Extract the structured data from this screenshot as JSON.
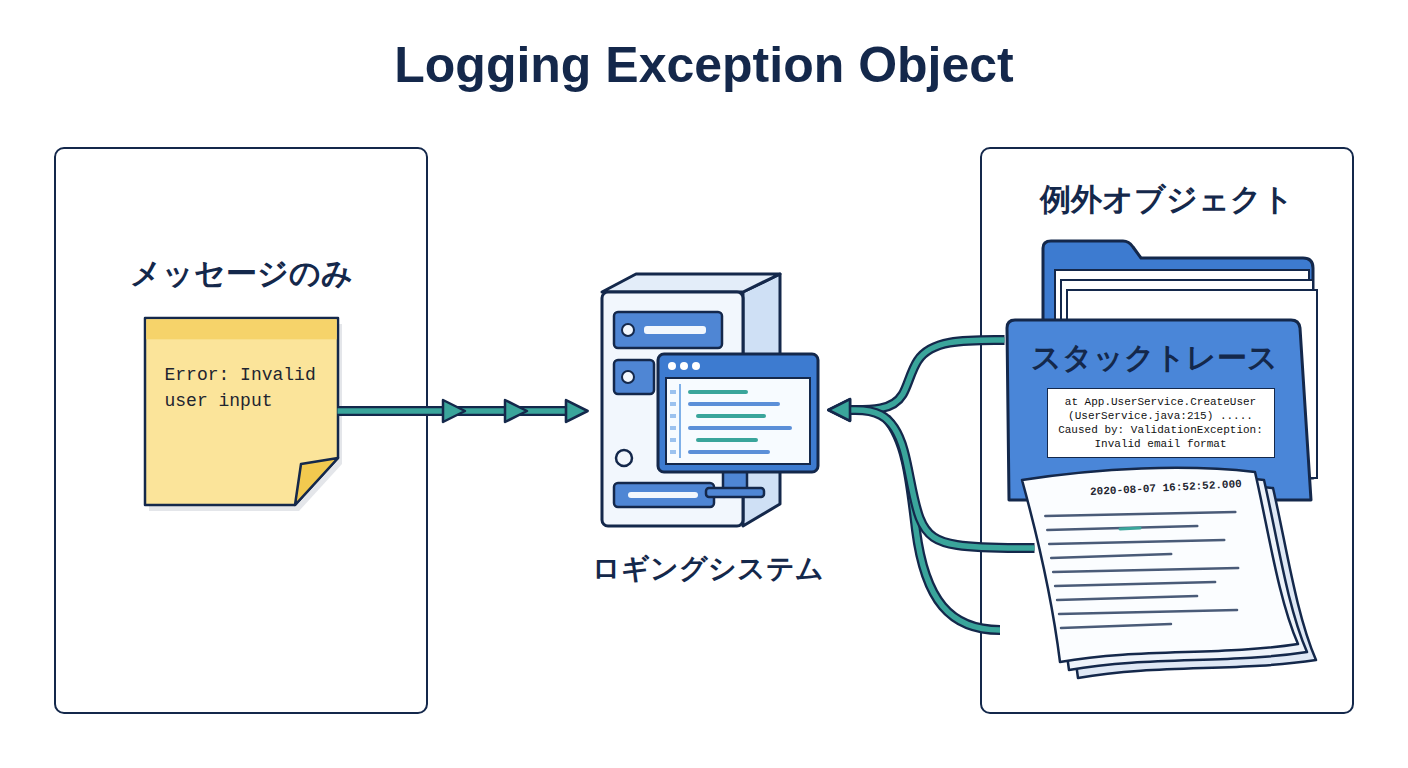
{
  "diagram": {
    "title": "Logging Exception Object",
    "nodes": [
      {
        "text": [
          "メッセージのみ"
        ]
      },
      {
        "text": [
          "Error: Invalid user input"
        ],
        "in": 0
      },
      {
        "text": [
          "ロギングシステム"
        ]
      },
      {
        "text": [
          "例外オブジェクト"
        ]
      },
      {
        "text": [
          "スタックトレース",
          "at App.UserService.CreateUser (UserService.java:215) ..... Caused by: ValidationException: Invalid email format"
        ],
        "in": 3
      },
      {
        "text": [
          "2020-08-07 16:52:52.000"
        ],
        "in": 3
      }
    ],
    "edges": [
      {
        "from": 1,
        "to": 2,
        "arrow": "to"
      },
      {
        "from": 4,
        "to": 2,
        "arrow": "to"
      },
      {
        "from": 5,
        "to": 2,
        "arrow": "to"
      }
    ]
  }
}
